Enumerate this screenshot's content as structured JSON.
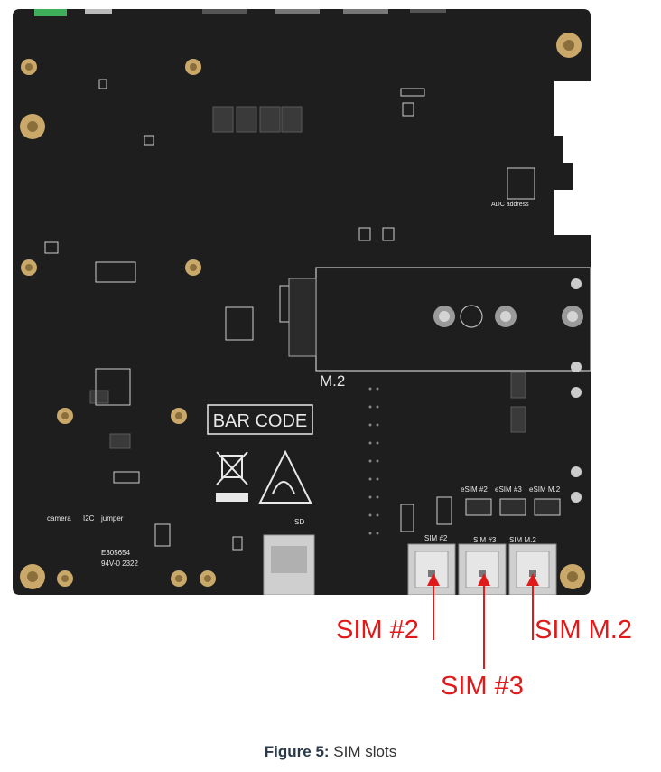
{
  "board": {
    "silkscreen": {
      "m2": "M.2",
      "barcode": "BAR CODE",
      "sd": "SD",
      "adc": "ADC address",
      "camera": "camera",
      "i2c": "I2C",
      "jumper": "jumper",
      "cert1": "E305654",
      "cert2": "94V-0 2322",
      "sim2": "SIM #2",
      "sim3": "SIM #3",
      "simm2": "SIM M.2",
      "esim2": "eSIM #2",
      "esim3": "eSIM #3",
      "esimm2": "eSIM M.2"
    },
    "colors": {
      "pcb": "#1e1e1e",
      "pad": "#c9a86a",
      "silk": "#e8e8e8"
    }
  },
  "callouts": {
    "sim2": "SIM #2",
    "sim3": "SIM #3",
    "simm2": "SIM M.2",
    "color": "#e01a1a"
  },
  "caption": {
    "prefix": "Figure 5:",
    "text": " SIM slots"
  }
}
